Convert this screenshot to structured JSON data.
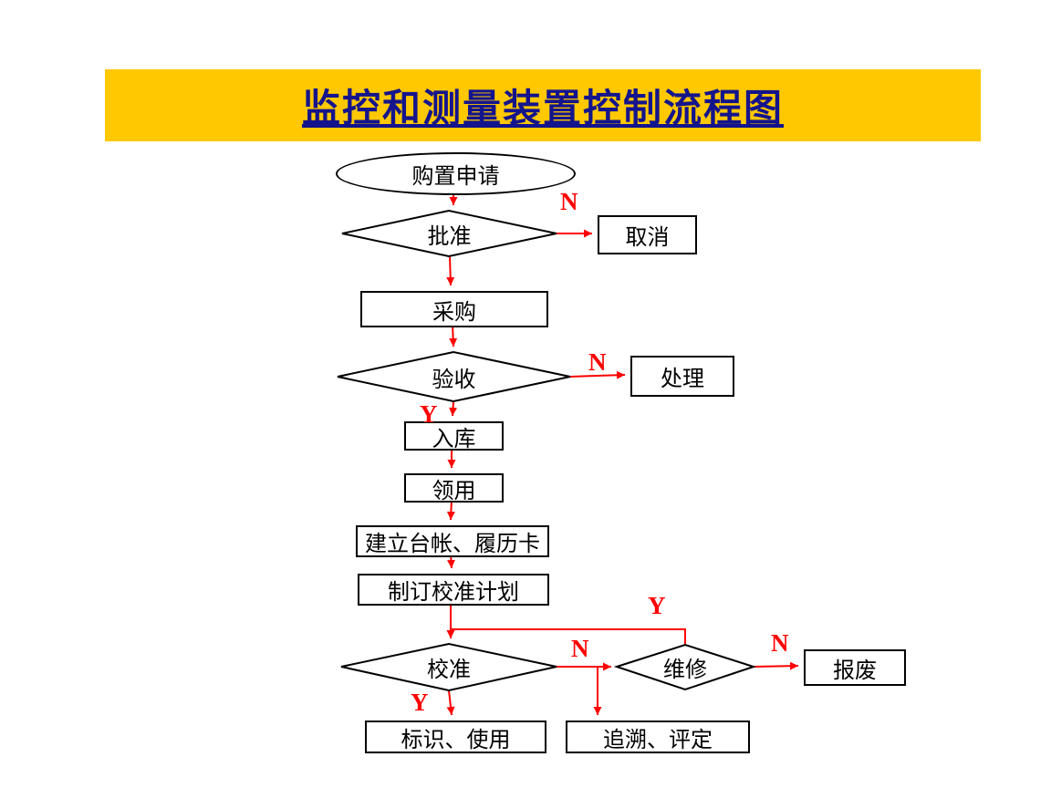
{
  "title": "监控和测量装置控制流程图",
  "colors": {
    "banner": "#FFC800",
    "title_text": "#14148C",
    "arrow": "#FF0000",
    "shape_border": "#000000",
    "shape_fill": "#FFFFFF"
  },
  "nodes": {
    "purchase_request": "购置申请",
    "approve": "批准",
    "cancel": "取消",
    "procure": "采购",
    "acceptance": "验收",
    "dispose": "处理",
    "warehouse_in": "入库",
    "requisition": "领用",
    "ledger": "建立台帐、履历卡",
    "calibration_plan": "制订校准计划",
    "calibrate": "校准",
    "repair": "维修",
    "scrap": "报废",
    "label_use": "标识、使用",
    "trace_evaluate": "追溯、评定"
  },
  "edge_labels": {
    "approve_no": "N",
    "acceptance_no": "N",
    "acceptance_yes": "Y",
    "repair_yes": "Y",
    "calibrate_no": "N",
    "repair_no": "N",
    "calibrate_yes": "Y"
  }
}
